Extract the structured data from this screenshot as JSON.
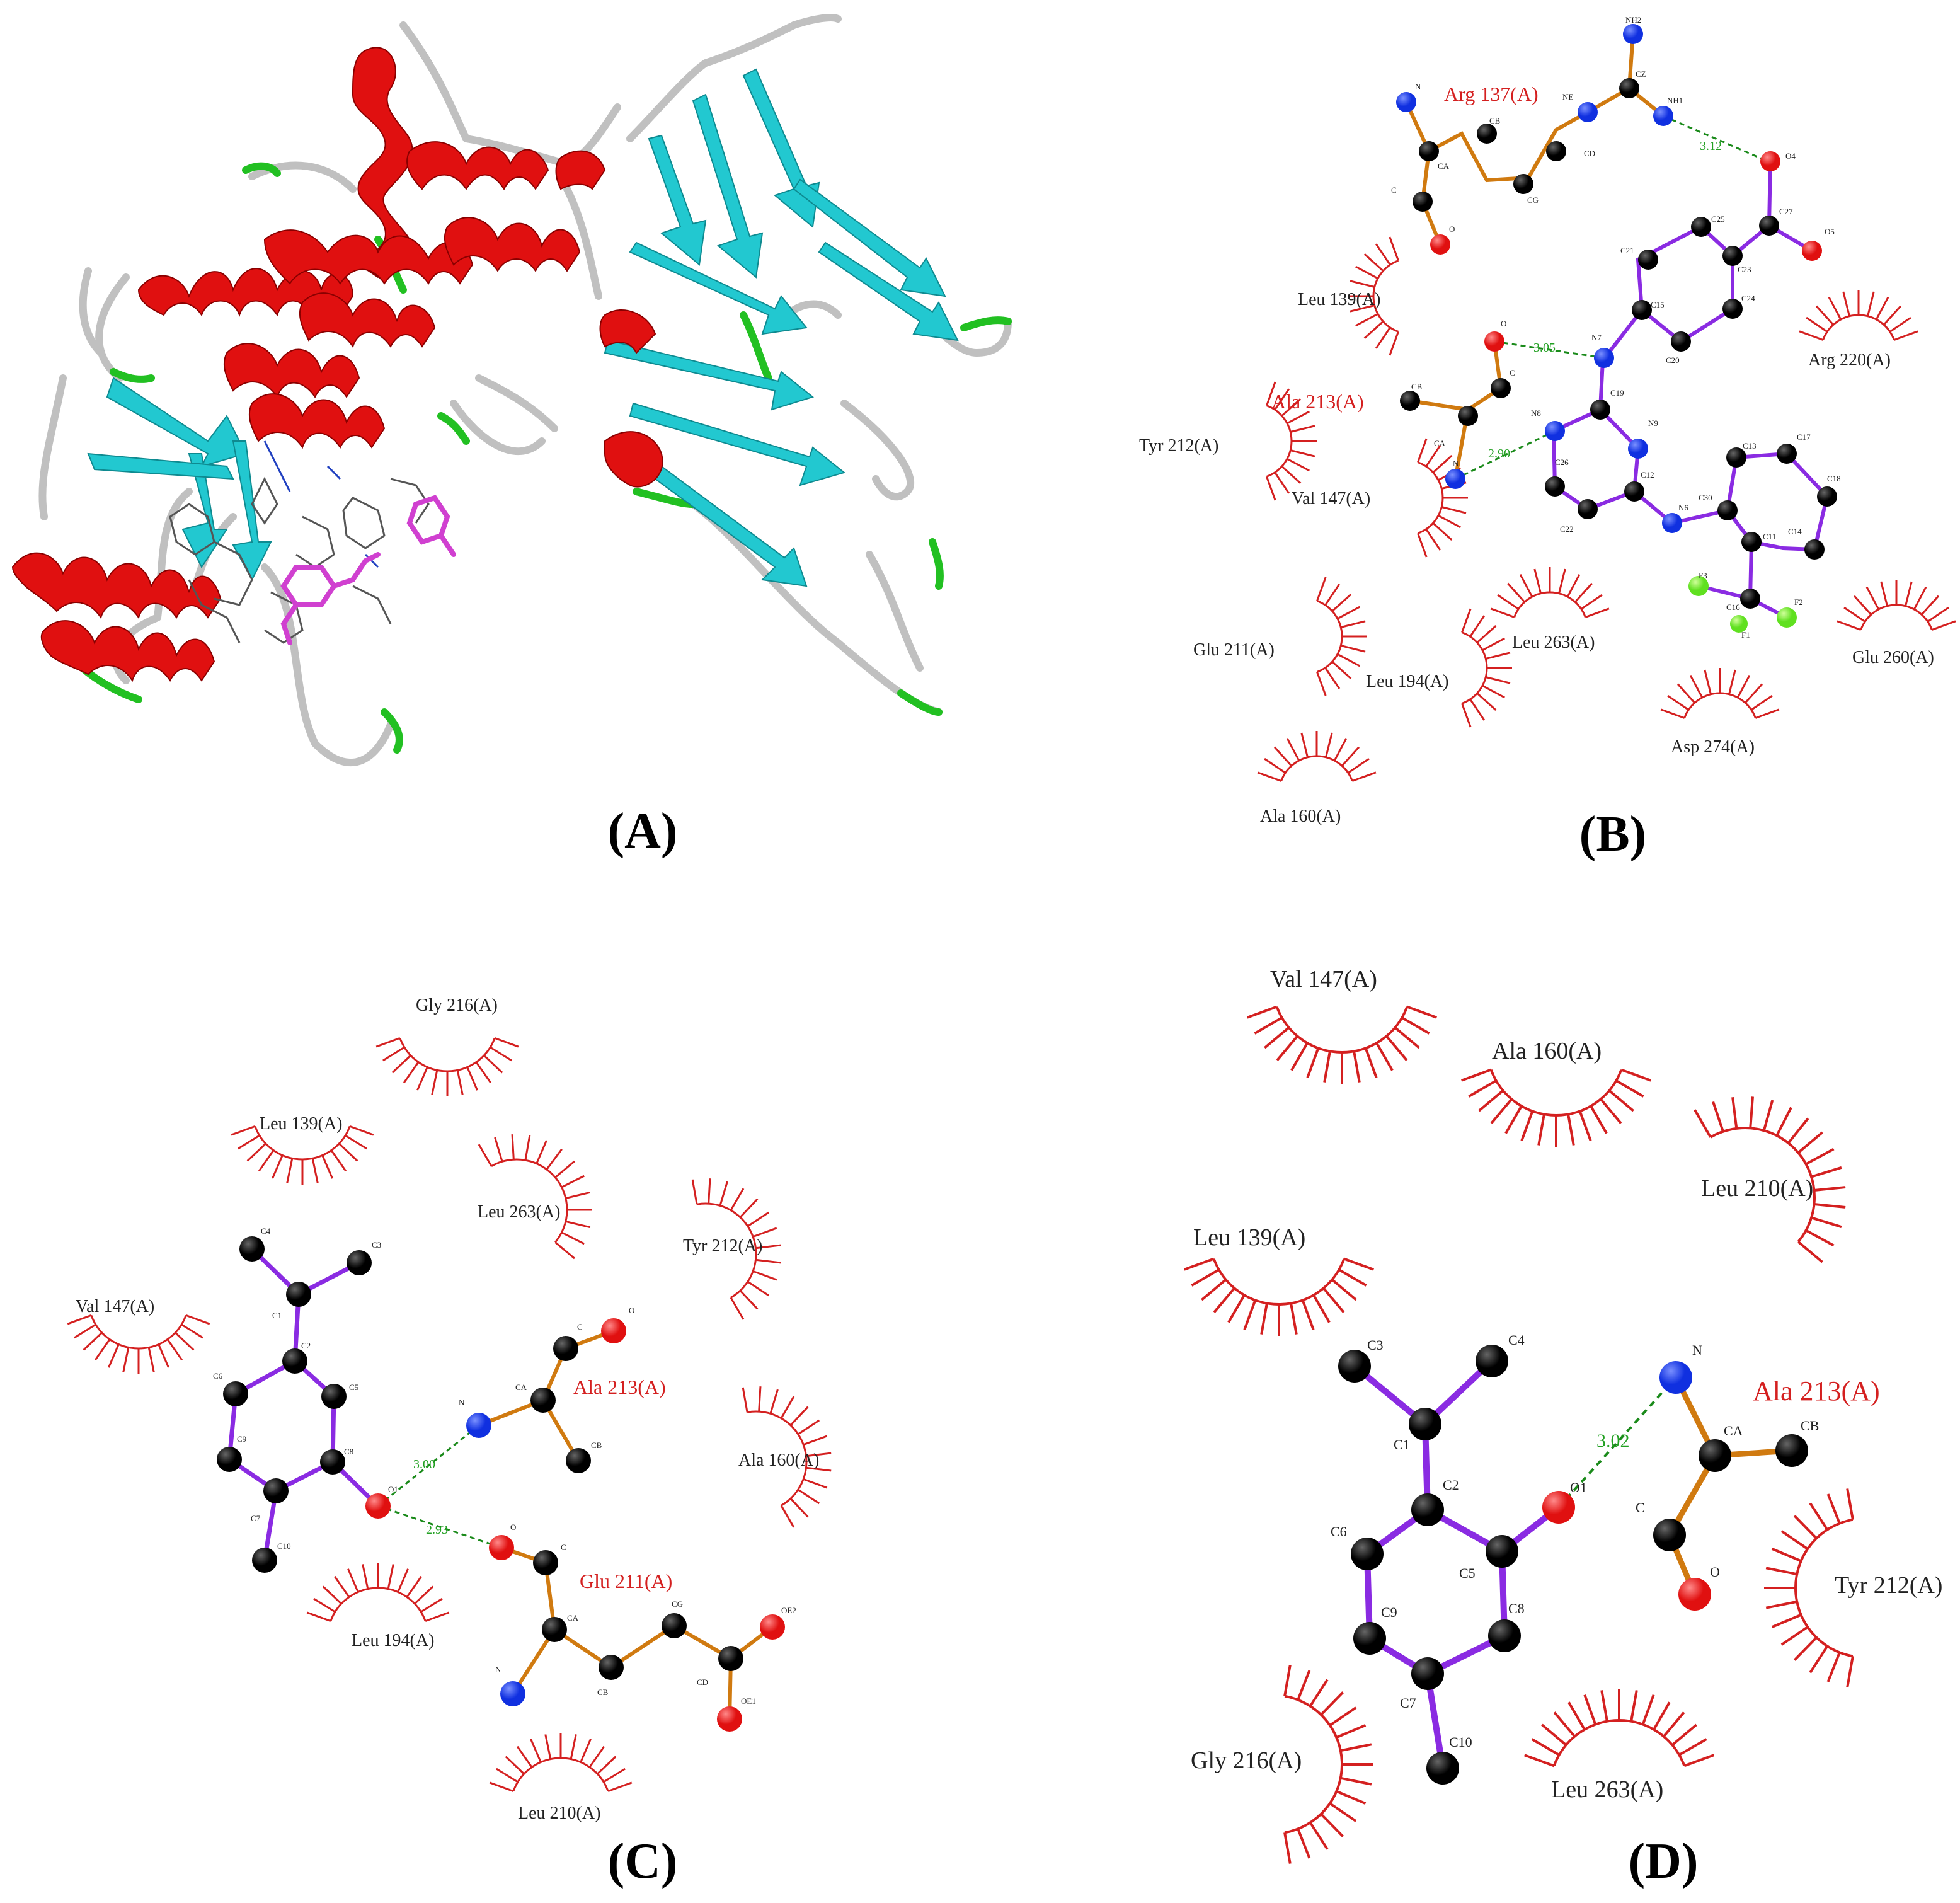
{
  "panels": {
    "a": {
      "label": "(A)"
    },
    "b": {
      "label": "(B)",
      "hbond_residues": [
        "Arg 137(A)",
        "Ala 213(A)"
      ],
      "hydrophobic_residues": [
        "Leu 139(A)",
        "Arg 220(A)",
        "Tyr 212(A)",
        "Val 147(A)",
        "Glu 211(A)",
        "Leu 194(A)",
        "Leu 263(A)",
        "Glu 260(A)",
        "Asp 274(A)",
        "Ala 160(A)"
      ],
      "hbond_distances": [
        "3.12",
        "3.05",
        "2.90"
      ],
      "atoms": {
        "nh2": "NH2",
        "cz": "CZ",
        "nh1": "NH1",
        "ne": "NE",
        "n": "N",
        "cb": "CB",
        "cd": "CD",
        "ca": "CA",
        "cg": "CG",
        "c": "C",
        "o": "O",
        "o4": "O4",
        "c27": "C27",
        "o5": "O5",
        "c25": "C25",
        "c21": "C21",
        "c23": "C23",
        "c15": "C15",
        "c24": "C24",
        "c20": "C20",
        "n7": "N7",
        "c19": "C19",
        "n8": "N8",
        "n9": "N9",
        "c26": "C26",
        "c12": "C12",
        "c22": "C22",
        "n6": "N6",
        "c30": "C30",
        "c13": "C13",
        "c17": "C17",
        "c18": "C18",
        "c11": "C11",
        "c14": "C14",
        "f3": "F3",
        "f2": "F2",
        "c16": "C16",
        "f1": "F1",
        "a_o": "O",
        "a_c": "C",
        "a_cb": "CB",
        "a_ca": "CA",
        "a_n": "N"
      }
    },
    "c": {
      "label": "(C)",
      "hbond_residues": [
        "Ala 213(A)",
        "Glu 211(A)"
      ],
      "hydrophobic_residues": [
        "Gly 216(A)",
        "Leu 139(A)",
        "Leu 263(A)",
        "Tyr 212(A)",
        "Val 147(A)",
        "Ala 160(A)",
        "Leu 194(A)",
        "Leu 210(A)"
      ],
      "hbond_distances": [
        "3.00",
        "2.93"
      ],
      "atoms": {
        "c4": "C4",
        "c3": "C3",
        "c1": "C1",
        "c2": "C2",
        "c6": "C6",
        "c5": "C5",
        "c9": "C9",
        "c8": "C8",
        "c7": "C7",
        "c10": "C10",
        "o1": "O1",
        "a_n": "N",
        "a_ca": "CA",
        "a_c": "C",
        "a_o": "O",
        "a_cb": "CB",
        "g_o": "O",
        "g_c": "C",
        "g_ca": "CA",
        "g_cg": "CG",
        "g_n": "N",
        "g_cb": "CB",
        "g_cd": "CD",
        "g_oe2": "OE2",
        "g_oe1": "OE1"
      }
    },
    "d": {
      "label": "(D)",
      "hbond_residues": [
        "Ala 213(A)"
      ],
      "hydrophobic_residues": [
        "Val 147(A)",
        "Ala 160(A)",
        "Leu 210(A)",
        "Leu 139(A)",
        "Tyr 212(A)",
        "Gly 216(A)",
        "Leu 263(A)"
      ],
      "hbond_distances": [
        "3.02"
      ],
      "atoms": {
        "c3": "C3",
        "c4": "C4",
        "c1": "C1",
        "c2": "C2",
        "c6": "C6",
        "c5": "C5",
        "c9": "C9",
        "c8": "C8",
        "c7": "C7",
        "c10": "C10",
        "o1": "O1",
        "a_n": "N",
        "a_ca": "CA",
        "a_cb": "CB",
        "a_c": "C",
        "a_o": "O"
      }
    }
  },
  "colors": {
    "helix": "#e01010",
    "sheet": "#22c8d0",
    "turn": "#22c022",
    "coil": "#c8c8c8",
    "ligand_bond": "#8a2be2",
    "residue_bond": "#d07a10",
    "hbond": "#1a8a1a",
    "carbon": "#000000",
    "nitrogen": "#1030e0",
    "oxygen": "#e01010",
    "fluorine": "#60e020",
    "hydrophobic": "#d42020"
  }
}
